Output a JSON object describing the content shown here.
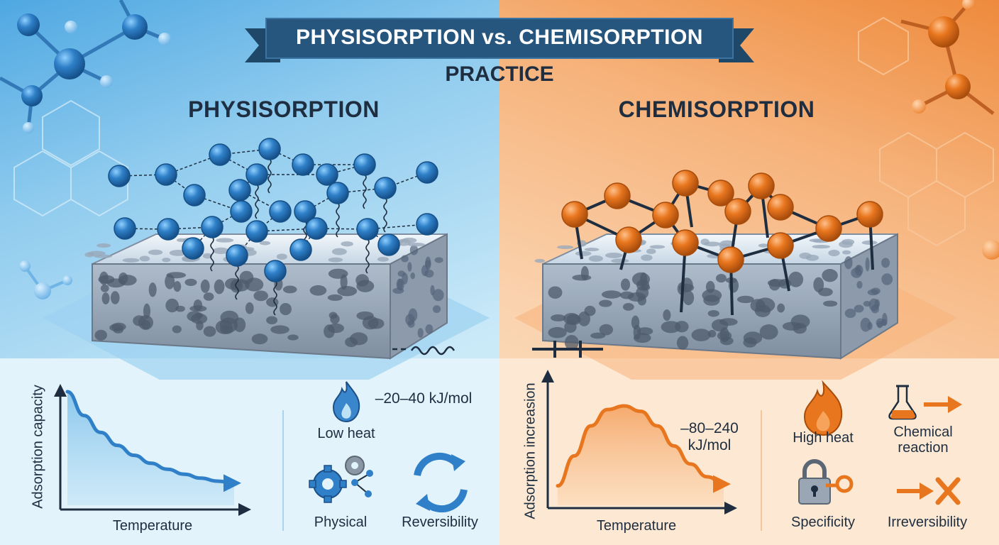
{
  "title": "PHYSISORPTION vs. CHEMISORPTION",
  "subtitle": "PRACTICE",
  "colors": {
    "physi_accent": "#2f80c8",
    "chemi_accent": "#e8761e",
    "banner": "#26567e",
    "text_dark": "#1e2e40"
  },
  "physisorption": {
    "heading": "PHYSISORPTION",
    "energy": "–20–40 kJ/mol",
    "properties": [
      {
        "icon": "flame-icon",
        "label": "Low heat"
      },
      {
        "icon": "gears-icon",
        "label": "Physical"
      },
      {
        "icon": "cycle-arrows-icon",
        "label": "Reversibility"
      }
    ]
  },
  "chemisorption": {
    "heading": "CHEMISORPTION",
    "energy_line1": "–80–240",
    "energy_line2": "kJ/mol",
    "properties": [
      {
        "icon": "fire-icon",
        "label": "High heat"
      },
      {
        "icon": "flask-arrow-icon",
        "label_line1": "Chemical",
        "label_line2": "reaction"
      },
      {
        "icon": "lock-key-icon",
        "label": "Specificity"
      },
      {
        "icon": "arrow-cross-icon",
        "label": "Irreversibility"
      }
    ]
  },
  "chart_data": [
    {
      "type": "area",
      "xlabel": "Temperature",
      "ylabel": "Adsorption capacity",
      "x": [
        0,
        1,
        2,
        3,
        4,
        5,
        6,
        7,
        8,
        9,
        10
      ],
      "values": [
        10,
        7.6,
        5.9,
        4.6,
        3.6,
        2.8,
        2.2,
        1.7,
        1.3,
        1.0,
        0.8
      ],
      "grid": false
    },
    {
      "type": "area",
      "xlabel": "Temperature",
      "ylabel": "Adsorption increasion",
      "x": [
        0,
        1,
        2,
        3,
        4,
        5,
        6,
        7,
        8,
        9,
        10
      ],
      "values": [
        1.2,
        4.5,
        7.8,
        9.6,
        10,
        9.4,
        7.8,
        5.6,
        3.6,
        2.2,
        1.4
      ],
      "grid": false
    }
  ]
}
